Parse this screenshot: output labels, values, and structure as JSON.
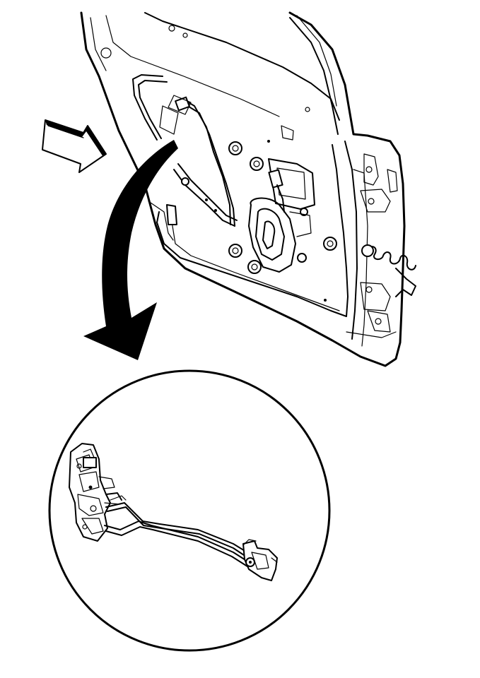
{
  "figure": {
    "components": [
      {
        "id": "door-inner-panel",
        "icon": "door-panel-drawing"
      },
      {
        "id": "view-direction-arrow",
        "icon": "hollow-arrow"
      },
      {
        "id": "callout-arrow",
        "icon": "curved-arrow"
      },
      {
        "id": "detail-circle",
        "icon": "magnified-detail"
      },
      {
        "id": "latch-rod-assembly",
        "icon": "latch-and-rods-drawing"
      }
    ],
    "colors": {
      "line": "#000000",
      "background": "#ffffff"
    }
  }
}
